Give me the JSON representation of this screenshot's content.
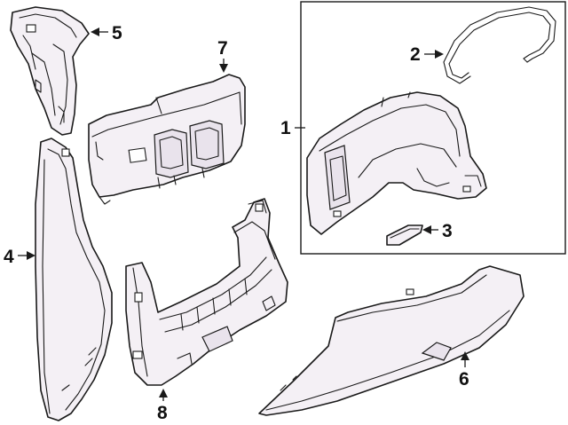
{
  "callouts": {
    "c1": "1",
    "c2": "2",
    "c3": "3",
    "c4": "4",
    "c5": "5",
    "c6": "6",
    "c7": "7",
    "c8": "8"
  },
  "colors": {
    "line": "#1a1a1a",
    "part_fill": "#f4f0f5",
    "background": "#ffffff"
  }
}
